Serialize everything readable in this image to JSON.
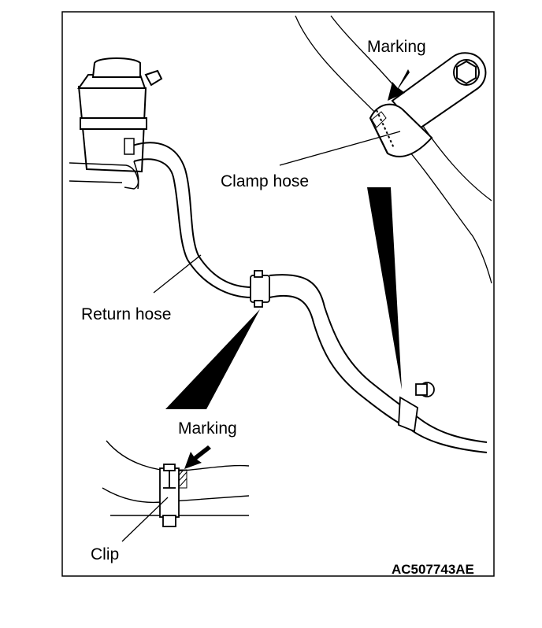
{
  "labels": {
    "marking_top": "Marking",
    "clamp_hose": "Clamp hose",
    "return_hose": "Return hose",
    "marking_detail": "Marking",
    "clip": "Clip"
  },
  "figure_code": "AC507743AE",
  "colors": {
    "line": "#000000",
    "background": "#ffffff"
  }
}
